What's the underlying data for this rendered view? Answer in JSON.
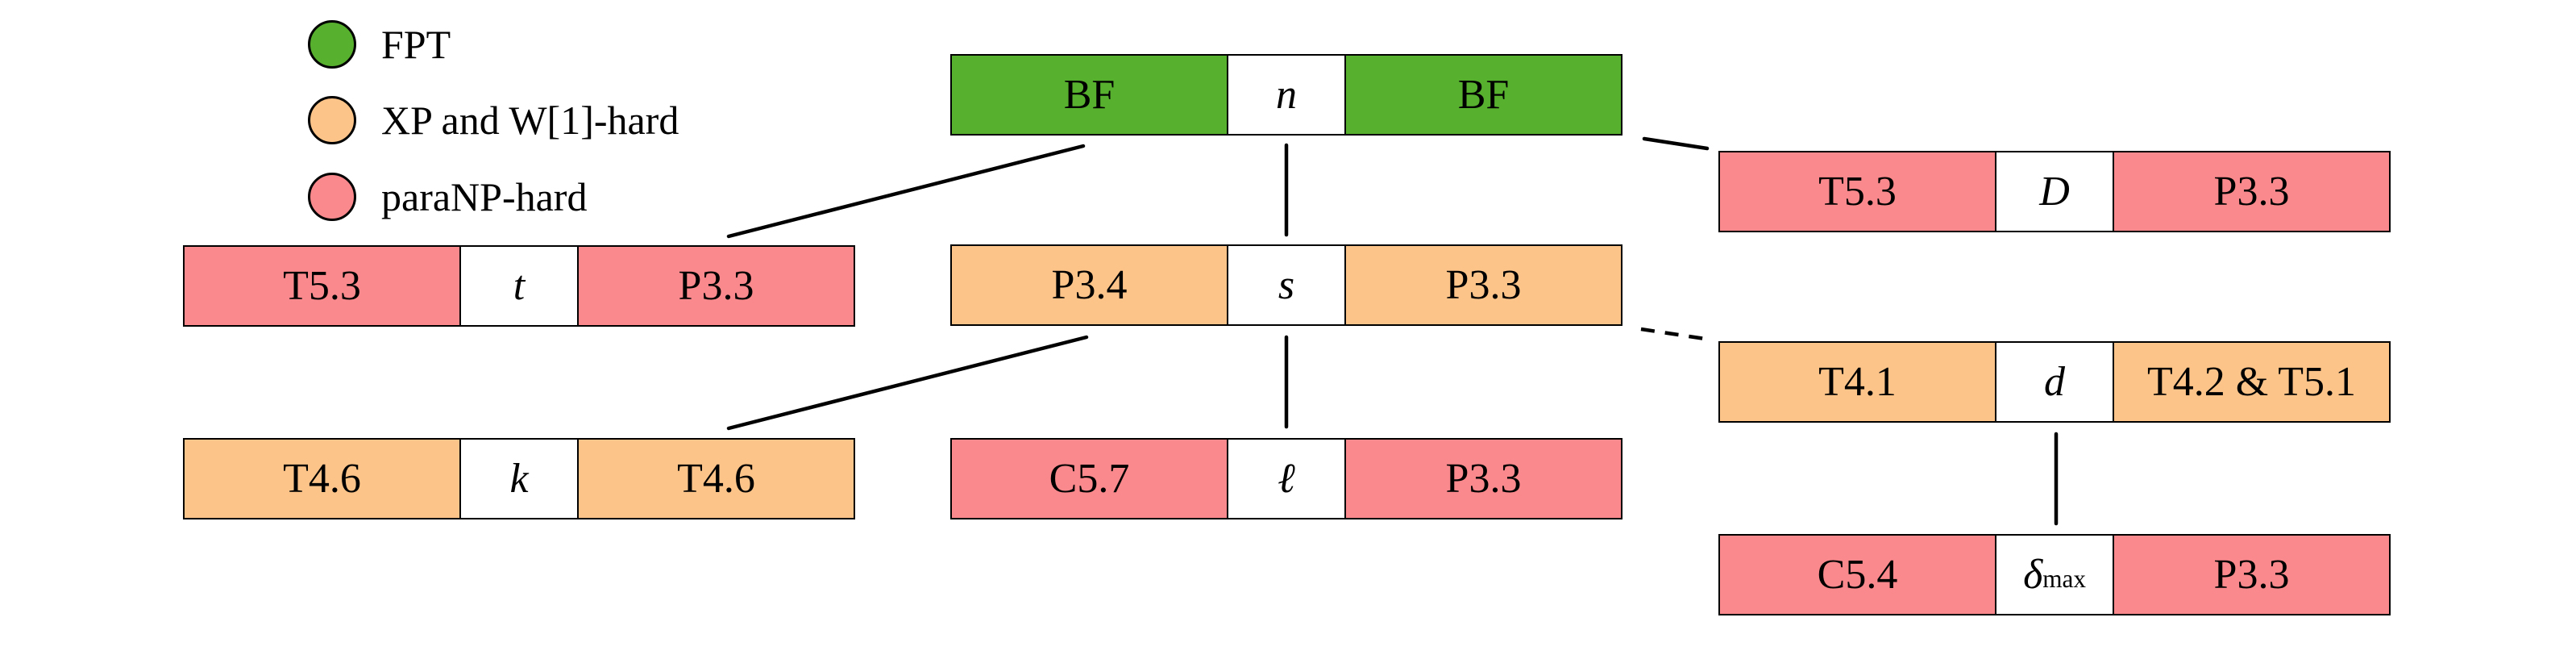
{
  "figure": {
    "description": "Parameterized complexity overview diagram",
    "background": "#ffffff"
  },
  "colors": {
    "fpt": "#57B02E",
    "xp": "#FCC489",
    "pnp": "#F9898C",
    "edge": "#000000"
  },
  "legend": {
    "items": [
      {
        "label": "FPT",
        "color_key": "fpt"
      },
      {
        "label": "XP and W[1]-hard",
        "color_key": "xp"
      },
      {
        "label": "paraNP-hard",
        "color_key": "pnp"
      }
    ]
  },
  "nodes": [
    {
      "id": "n",
      "param": "n",
      "param_sub": "",
      "left": "BF",
      "right": "BF",
      "category": "FPT"
    },
    {
      "id": "D",
      "param": "D",
      "param_sub": "",
      "left": "T5.3",
      "right": "P3.3",
      "category": "paraNP-hard"
    },
    {
      "id": "t",
      "param": "t",
      "param_sub": "",
      "left": "T5.3",
      "right": "P3.3",
      "category": "paraNP-hard"
    },
    {
      "id": "s",
      "param": "s",
      "param_sub": "",
      "left": "P3.4",
      "right": "P3.3",
      "category": "XP and W[1]-hard"
    },
    {
      "id": "d",
      "param": "d",
      "param_sub": "",
      "left": "T4.1",
      "right": "T4.2 & T5.1",
      "category": "XP and W[1]-hard"
    },
    {
      "id": "k",
      "param": "k",
      "param_sub": "",
      "left": "T4.6",
      "right": "T4.6",
      "category": "XP and W[1]-hard"
    },
    {
      "id": "l",
      "param": "ℓ",
      "param_sub": "",
      "left": "C5.7",
      "right": "P3.3",
      "category": "paraNP-hard"
    },
    {
      "id": "dmax",
      "param": "δ",
      "param_sub": "max",
      "left": "C5.4",
      "right": "P3.3",
      "category": "paraNP-hard"
    }
  ],
  "edges": [
    {
      "from": "n",
      "to": "t",
      "style": "solid"
    },
    {
      "from": "n",
      "to": "s",
      "style": "solid"
    },
    {
      "from": "n",
      "to": "D",
      "style": "solid"
    },
    {
      "from": "s",
      "to": "k",
      "style": "solid"
    },
    {
      "from": "s",
      "to": "l",
      "style": "solid"
    },
    {
      "from": "s",
      "to": "d",
      "style": "dashed"
    },
    {
      "from": "d",
      "to": "dmax",
      "style": "solid"
    }
  ]
}
